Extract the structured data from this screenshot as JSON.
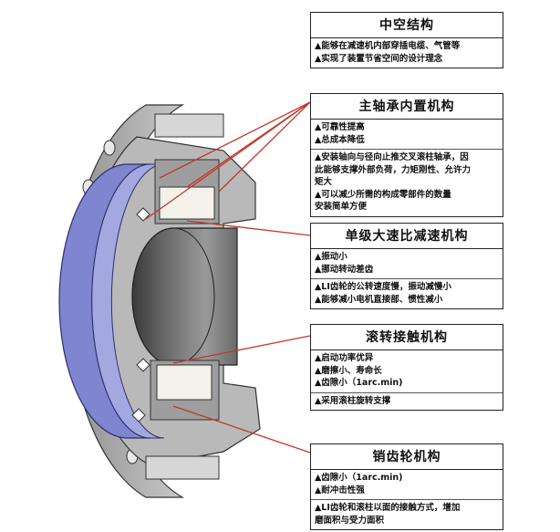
{
  "boxes": [
    {
      "title": "中空结构",
      "sections": [
        [
          "▲能够在减速机内部穿插电缆、气管等",
          "▲实现了装置节省空间的设计理念"
        ]
      ]
    },
    {
      "title": "主轴承内置机构",
      "sections": [
        [
          "▲可靠性提高",
          "▲总成本降低"
        ],
        [
          "▲安装轴向与径向止推交叉滚柱轴承，因",
          "此能够支撑外部负荷，力矩刚性、允许力",
          "矩大",
          "▲可以减少所需的构成零部件的数量",
          "安装简单方便"
        ]
      ]
    },
    {
      "title": "单级大速比减速机构",
      "sections": [
        [
          "▲振动小",
          "▲挪动转动差齿"
        ],
        [
          "▲LI齿轮的公转速度慢，振动减慢小",
          "▲能够减小电机直接部、惯性减小"
        ]
      ]
    },
    {
      "title": "滚转接触机构",
      "sections": [
        [
          "▲启动功率优异",
          "▲磨擦小、寿命长",
          "▲齿隙小（1arc.min)"
        ],
        [
          "▲采用滚柱旋转支撑"
        ]
      ]
    },
    {
      "title": "销齿轮机构",
      "sections": [
        [
          "▲齿隙小（1arc.min)",
          "▲耐冲击性强"
        ],
        [
          "▲LI齿轮和滚柱以面的接触方式，增加",
          "磨面积与受力面积"
        ]
      ]
    }
  ],
  "colors": {
    "leader": "#c0392b",
    "bearing": "#7f86cf",
    "housing": "#a9a9a9",
    "bore": "#5a5a5a"
  }
}
